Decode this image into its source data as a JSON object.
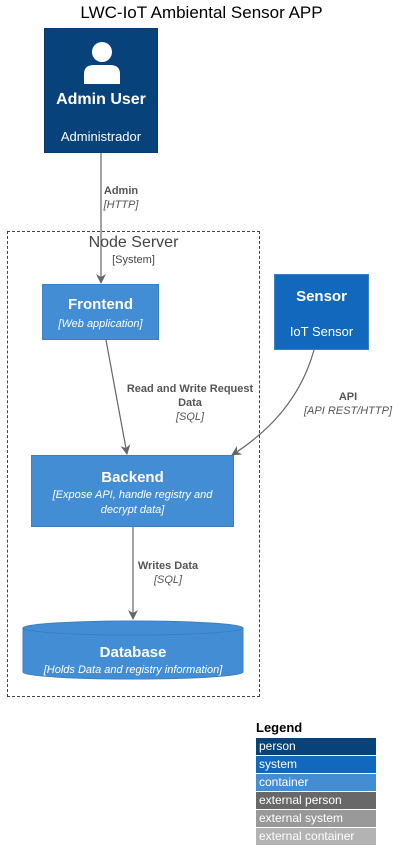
{
  "title": "LWC-IoT Ambiental Sensor APP",
  "person": {
    "name": "Admin User",
    "description": "Administrador",
    "icon": "user-icon"
  },
  "boundary": {
    "name": "Node Server",
    "type": "[System]"
  },
  "frontend": {
    "name": "Frontend",
    "tech": "[Web application]"
  },
  "sensor": {
    "name": "Sensor",
    "description": "IoT Sensor"
  },
  "backend": {
    "name": "Backend",
    "tech_line1": "[Expose API, handle registry and",
    "tech_line2": "decrypt data]"
  },
  "database": {
    "name": "Database",
    "tech": "[Holds Data and registry information]"
  },
  "edges": {
    "admin_frontend": {
      "label": "Admin",
      "tech": "[HTTP]"
    },
    "frontend_backend": {
      "label_line1": "Read and Write Request",
      "label_line2": "Data",
      "tech": "[SQL]"
    },
    "sensor_backend": {
      "label": "API",
      "tech": "[API REST/HTTP]"
    },
    "backend_database": {
      "label": "Writes Data",
      "tech": "[SQL]"
    }
  },
  "legend": {
    "title": "Legend",
    "items": [
      {
        "label": "person",
        "color": "#08427b"
      },
      {
        "label": "system",
        "color": "#1168bd"
      },
      {
        "label": "container",
        "color": "#438dd5"
      },
      {
        "label": "external person",
        "color": "#686868"
      },
      {
        "label": "external system",
        "color": "#999999"
      },
      {
        "label": "external container",
        "color": "#b3b3b3"
      }
    ]
  }
}
